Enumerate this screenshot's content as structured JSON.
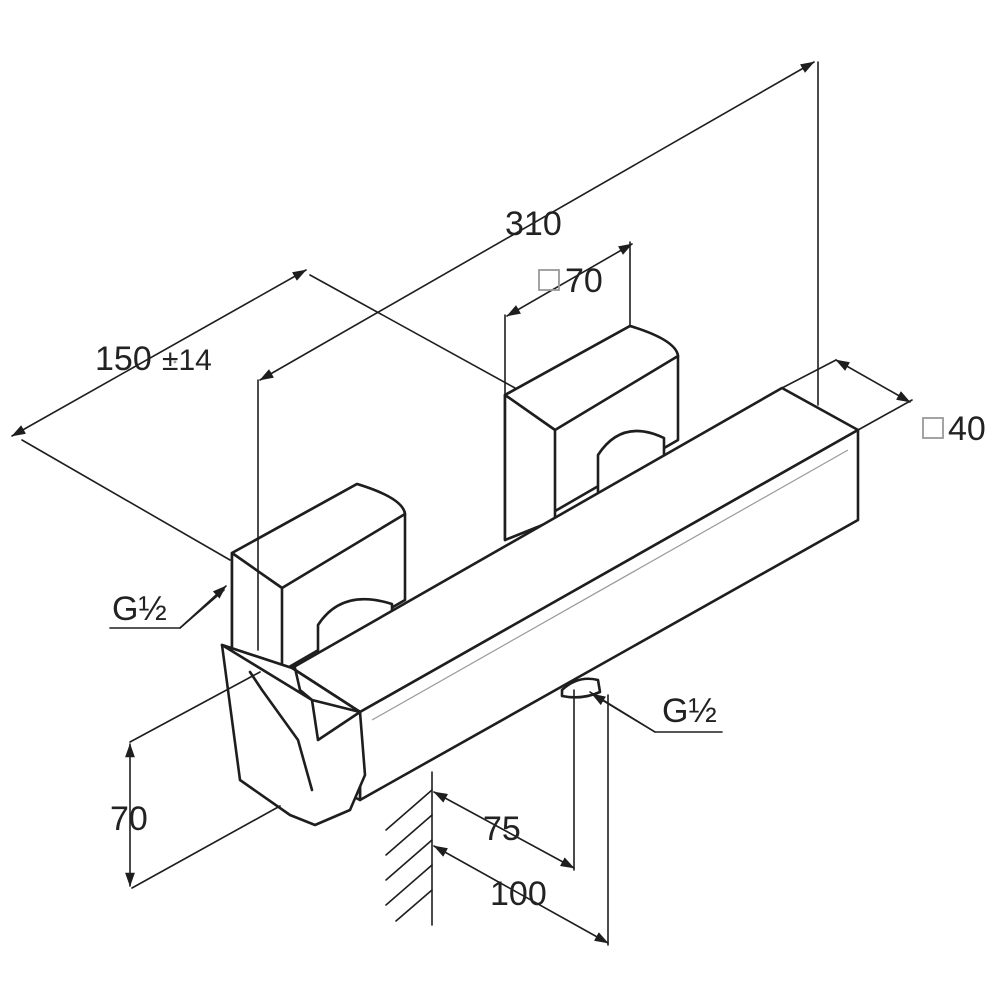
{
  "diagram": {
    "dimensions": {
      "overall_length": "310",
      "center_distance": "150",
      "center_tolerance": "±14",
      "rosette_size": "70",
      "body_size": "40",
      "spout_height": "70",
      "wall_to_spout": "75",
      "wall_to_outlet": "100",
      "inlet_thread_left": "G½",
      "outlet_thread": "G½"
    },
    "colors": {
      "line": "#1e1e1e",
      "text": "#222222",
      "symbol": "#999999"
    }
  }
}
